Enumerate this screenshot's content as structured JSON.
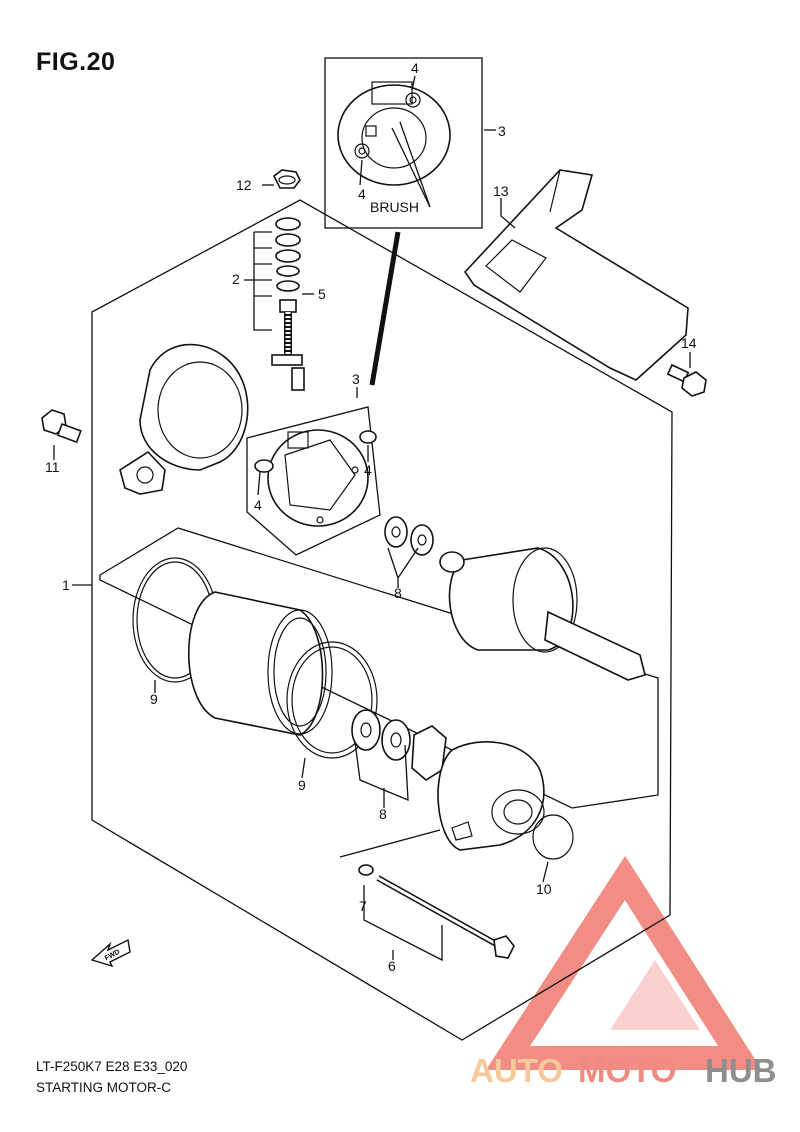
{
  "figure": {
    "title": "FIG.20",
    "code": "LT-F250K7 E28 E33_020",
    "name": "STARTING MOTOR-C"
  },
  "callouts": {
    "c1": "1",
    "c2": "2",
    "c3_inset": "3",
    "c3_main": "3",
    "c4_inset_top": "4",
    "c4_inset_bottom": "4",
    "c4_main_left": "4",
    "c4_main_right": "4",
    "c5": "5",
    "c6": "6",
    "c7": "7",
    "c8_top": "8",
    "c8_bottom": "8",
    "c9_left": "9",
    "c9_right": "9",
    "c10": "10",
    "c11": "11",
    "c12": "12",
    "c13": "13",
    "c14": "14"
  },
  "inset": {
    "brush_label": "BRUSH"
  },
  "fwd_label": "FWD",
  "watermark": {
    "part1": "AUTO",
    "part2": "MOTO",
    "part3": "HUB",
    "colors": {
      "auto": "#f7c89a",
      "moto": "#f08a80",
      "hub": "#8e8e8e",
      "triangle": "#f07a70"
    }
  }
}
